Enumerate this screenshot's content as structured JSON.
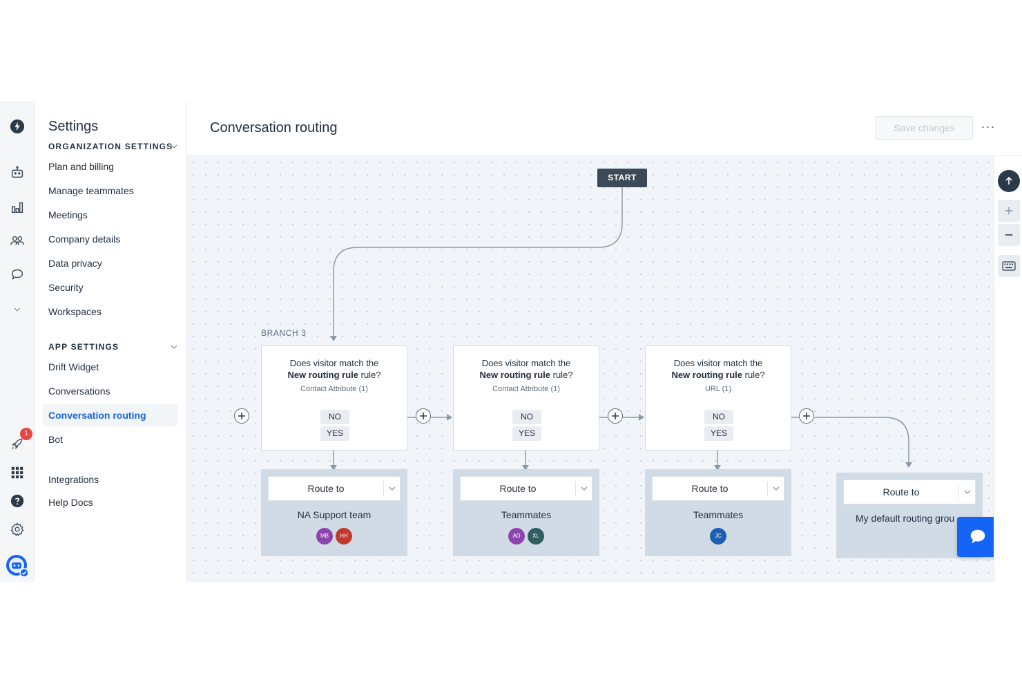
{
  "sidebar": {
    "title": "Settings",
    "org_section": "ORGANIZATION SETTINGS",
    "org_items": [
      "Plan and billing",
      "Manage teammates",
      "Meetings",
      "Company details",
      "Data privacy",
      "Security",
      "Workspaces"
    ],
    "app_section": "APP SETTINGS",
    "app_items": [
      "Drift Widget",
      "Conversations",
      "Conversation routing",
      "Bot"
    ],
    "extra_items": [
      "Integrations",
      "Help Docs"
    ],
    "active_item": "Conversation routing"
  },
  "rail": {
    "icons": [
      "drift-logo-icon",
      "bot-icon",
      "reports-icon",
      "contacts-icon",
      "chat-icon",
      "expand-chevron-icon",
      "rocket-icon",
      "apps-grid-icon",
      "help-icon",
      "gear-icon",
      "profile-avatar-icon"
    ],
    "notification_count": "1"
  },
  "header": {
    "title": "Conversation routing",
    "save_label": "Save changes",
    "more_label": "···"
  },
  "flow": {
    "start_label": "START",
    "branch_label": "BRANCH 3",
    "conditions": [
      {
        "q_prefix": "Does visitor match the",
        "rule_name": "New routing rule",
        "rule_suffix": "rule?",
        "sub": "Contact Attribute (1)",
        "no": "NO",
        "yes": "YES"
      },
      {
        "q_prefix": "Does visitor match the",
        "rule_name": "New routing rule",
        "rule_suffix": "rule?",
        "sub": "Contact Attribute (1)",
        "no": "NO",
        "yes": "YES"
      },
      {
        "q_prefix": "Does visitor match the",
        "rule_name": "New routing rule",
        "rule_suffix": "rule?",
        "sub": "URL (1)",
        "no": "NO",
        "yes": "YES"
      }
    ],
    "routes": [
      {
        "label": "Route to",
        "target": "NA Support team",
        "avatars": [
          {
            "initials": "MB",
            "color": "#8e44ad"
          },
          {
            "initials": "HH",
            "color": "#c0392b"
          }
        ]
      },
      {
        "label": "Route to",
        "target": "Teammates",
        "avatars": [
          {
            "initials": "AD",
            "color": "#8e44ad"
          },
          {
            "initials": "XL",
            "color": "#2f5d62"
          }
        ]
      },
      {
        "label": "Route to",
        "target": "Teammates",
        "avatars": [
          {
            "initials": "JC",
            "color": "#1a5fb4"
          }
        ]
      },
      {
        "label": "Route to",
        "target": "My default routing grou",
        "avatars": []
      }
    ]
  },
  "right_toolbar": {
    "icons": [
      "scroll-top-icon",
      "zoom-in-icon",
      "zoom-out-icon",
      "keyboard-icon"
    ]
  },
  "colors": {
    "accent": "#1565d8",
    "canvas_bg": "#f1f5fa",
    "start_node": "#3c4a57",
    "route_card": "#d1dbe6",
    "chat_fab": "#1464f6"
  }
}
